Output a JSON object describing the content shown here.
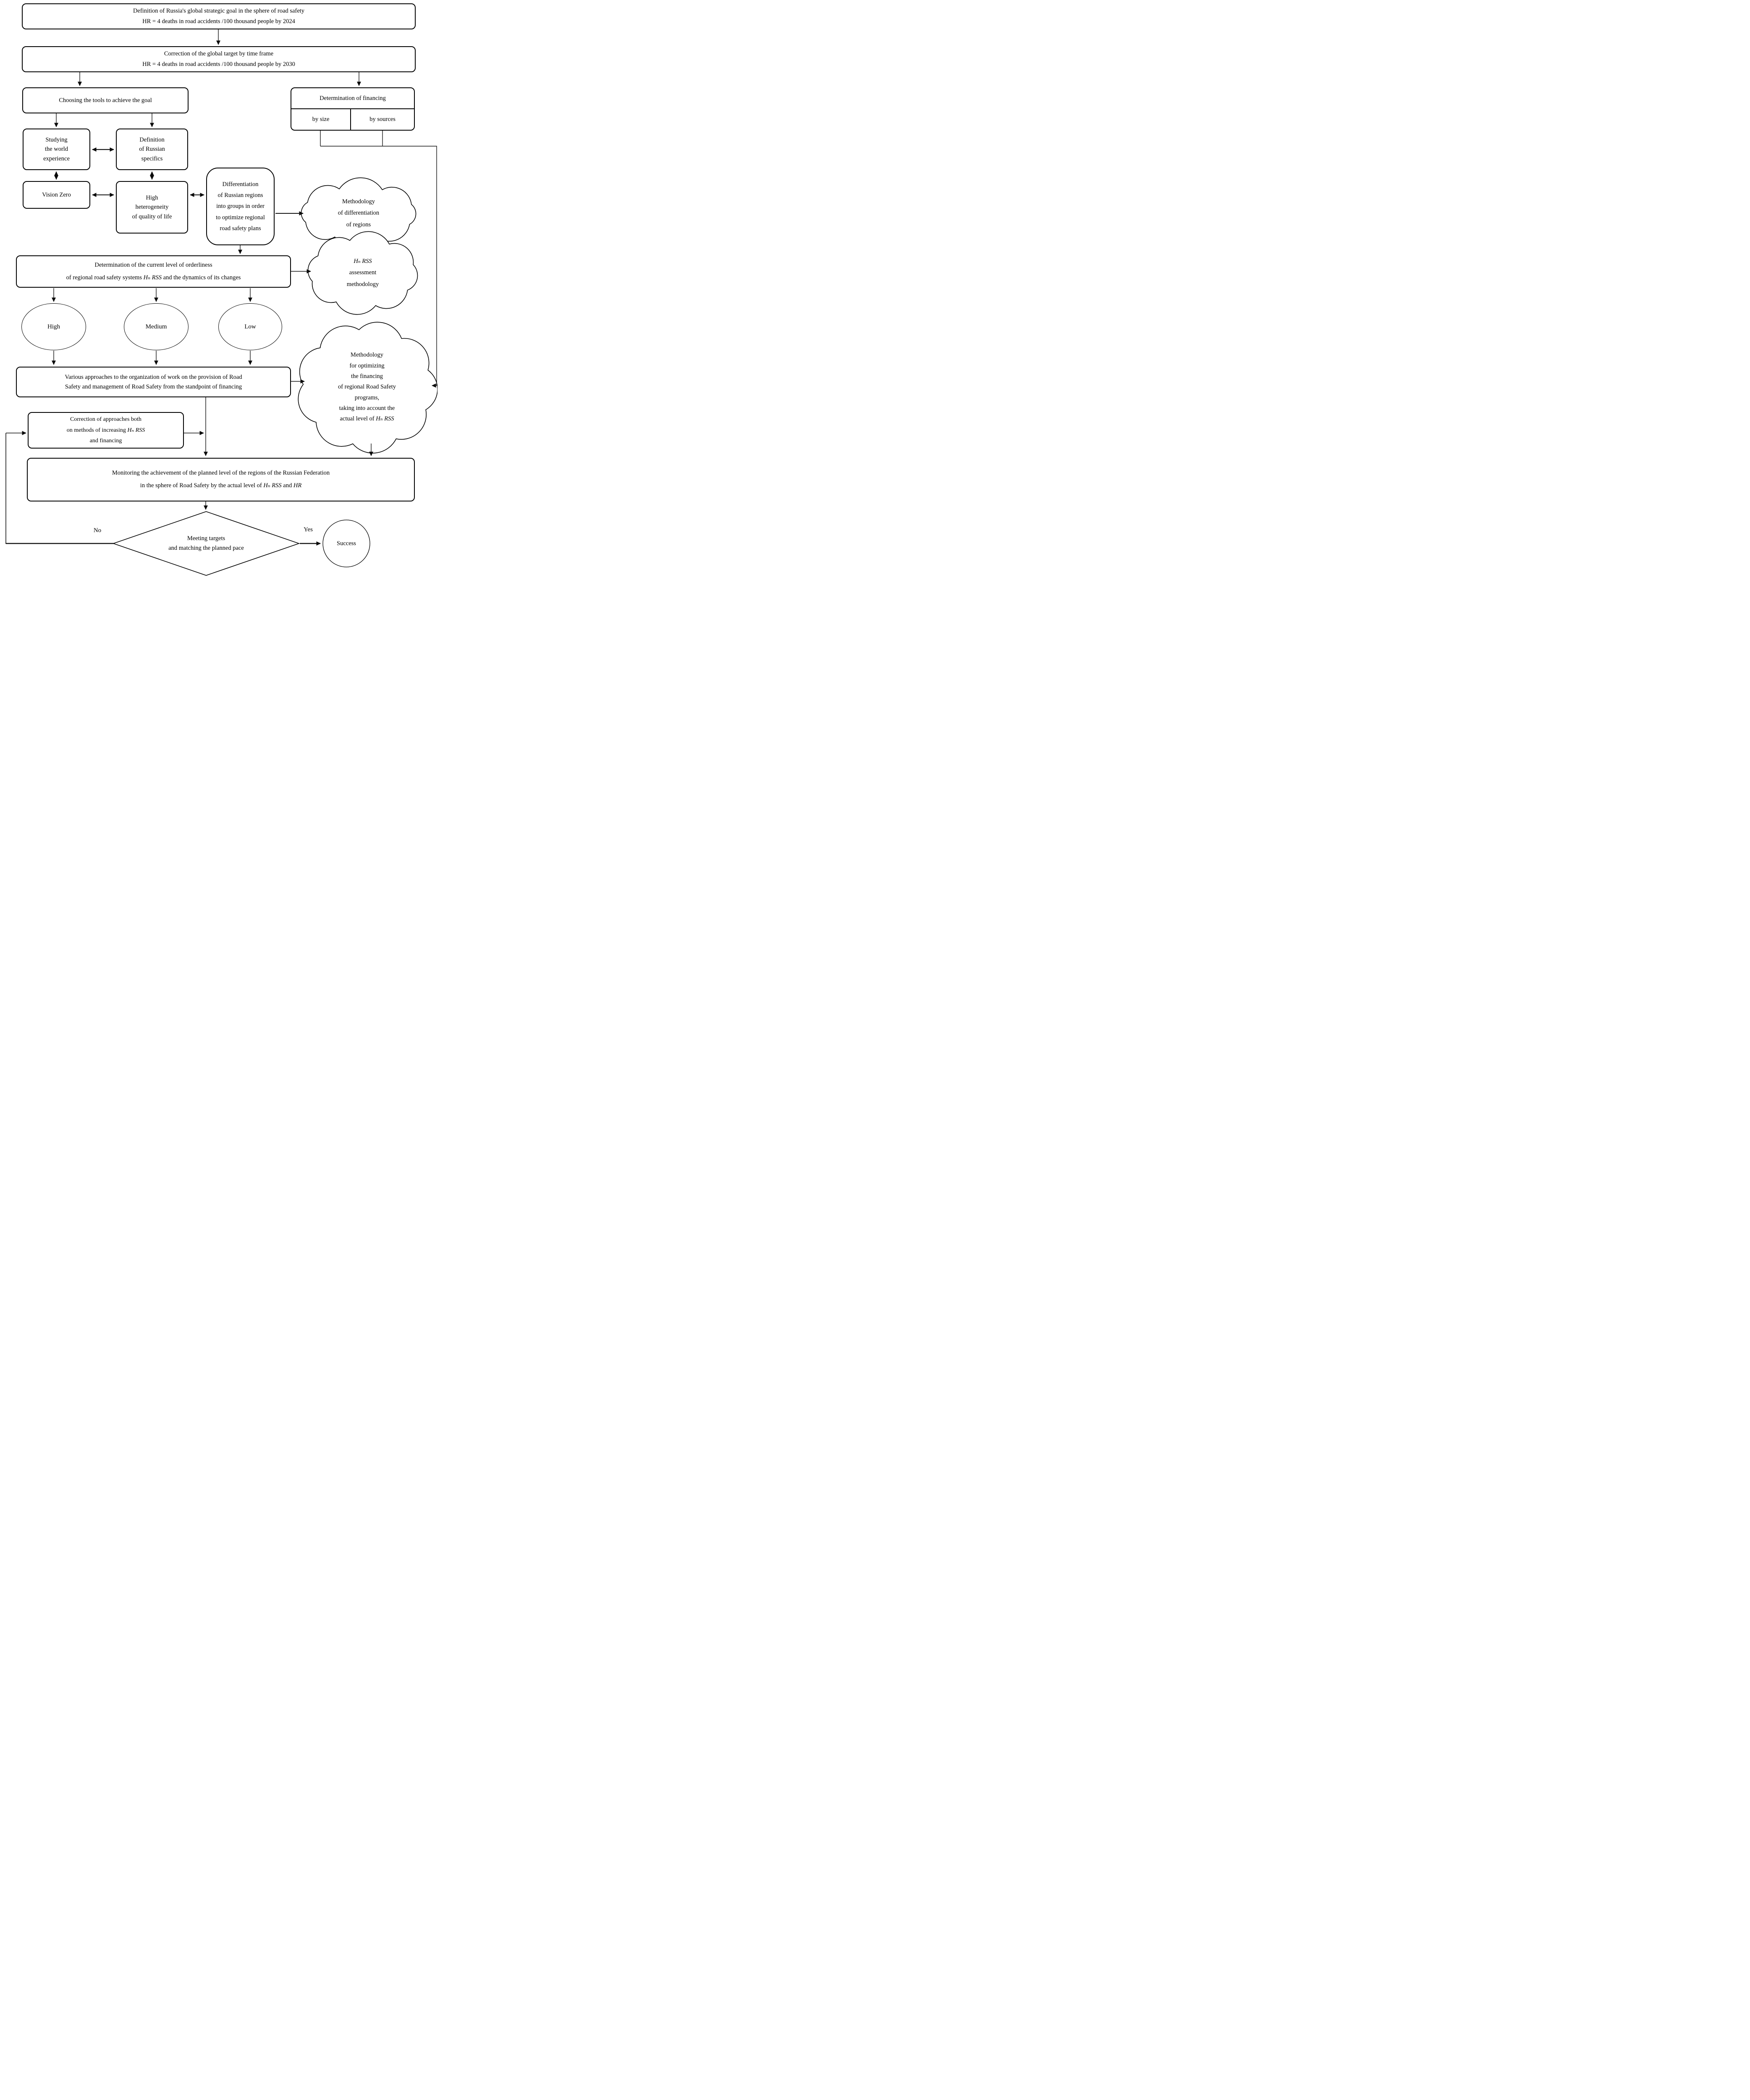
{
  "colors": {
    "stroke": "#000000",
    "background": "#ffffff",
    "text": "#000000"
  },
  "nodes": {
    "goal": {
      "line1": "Definition of Russia's global strategic goal in the sphere of road safety",
      "line2": "HR = 4 deaths in road accidents /100 thousand people by 2024"
    },
    "correction_target": {
      "line1": "Correction of the global target by time frame",
      "line2": "HR = 4 deaths in road accidents /100 thousand people by 2030"
    },
    "choosing_tools": {
      "label": "Choosing the tools to achieve the goal"
    },
    "financing": {
      "title": "Determination of financing",
      "by_size": "by size",
      "by_sources": "by sources"
    },
    "studying": {
      "lines": [
        "Studying",
        "the world",
        "experience"
      ]
    },
    "russian_specifics": {
      "lines": [
        "Definition",
        "of Russian",
        "specifics"
      ]
    },
    "vision_zero": {
      "label": "Vision Zero"
    },
    "heterogeneity": {
      "lines": [
        "High",
        "heterogeneity",
        "of quality of life"
      ]
    },
    "differentiation": {
      "lines": [
        "Differentiation",
        "of Russian regions",
        "into groups in order",
        "to optimize regional",
        "road safety plans"
      ]
    },
    "cloud_differentiation": {
      "lines": [
        "Methodology",
        "of differentiation",
        "of regions"
      ]
    },
    "current_level": {
      "line1": "Determination of the current level of orderliness",
      "line2_pre": "of regional road safety systems ",
      "line2_var": "Hₙ RSS",
      "line2_post": " and the dynamics of its changes"
    },
    "cloud_assessment": {
      "line1_var": "Hₙ RSS",
      "line2": "assessment",
      "line3": "methodology"
    },
    "high": {
      "label": "High"
    },
    "medium": {
      "label": "Medium"
    },
    "low": {
      "label": "Low"
    },
    "various_approaches": {
      "line1": "Various approaches to the organization of work on the provision of Road",
      "line2": "Safety and management of Road Safety from the standpoint of financing"
    },
    "cloud_optimizing": {
      "line1": "Methodology",
      "line2": "for optimizing",
      "line3": "the financing",
      "line4": "of regional Road Safety",
      "line5": "programs,",
      "line6": "taking into account the",
      "line7_pre": "actual level of ",
      "line7_var": "Hₙ RSS"
    },
    "correction_approaches": {
      "line1": "Correction of approaches both",
      "line2_pre": "on methods of increasing ",
      "line2_var": "Hₙ RSS",
      "line3": "and financing"
    },
    "monitoring": {
      "line1": "Monitoring the achievement of the planned level of the regions of the Russian Federation",
      "line2_pre": "in the sphere of Road Safety by the actual level of ",
      "line2_var1": "Hₙ RSS",
      "line2_mid": " and ",
      "line2_var2": "HR"
    },
    "decision": {
      "line1": "Meeting targets",
      "line2": "and matching the planned pace"
    },
    "success": {
      "label": "Success"
    },
    "branch_no": "No",
    "branch_yes": "Yes"
  }
}
